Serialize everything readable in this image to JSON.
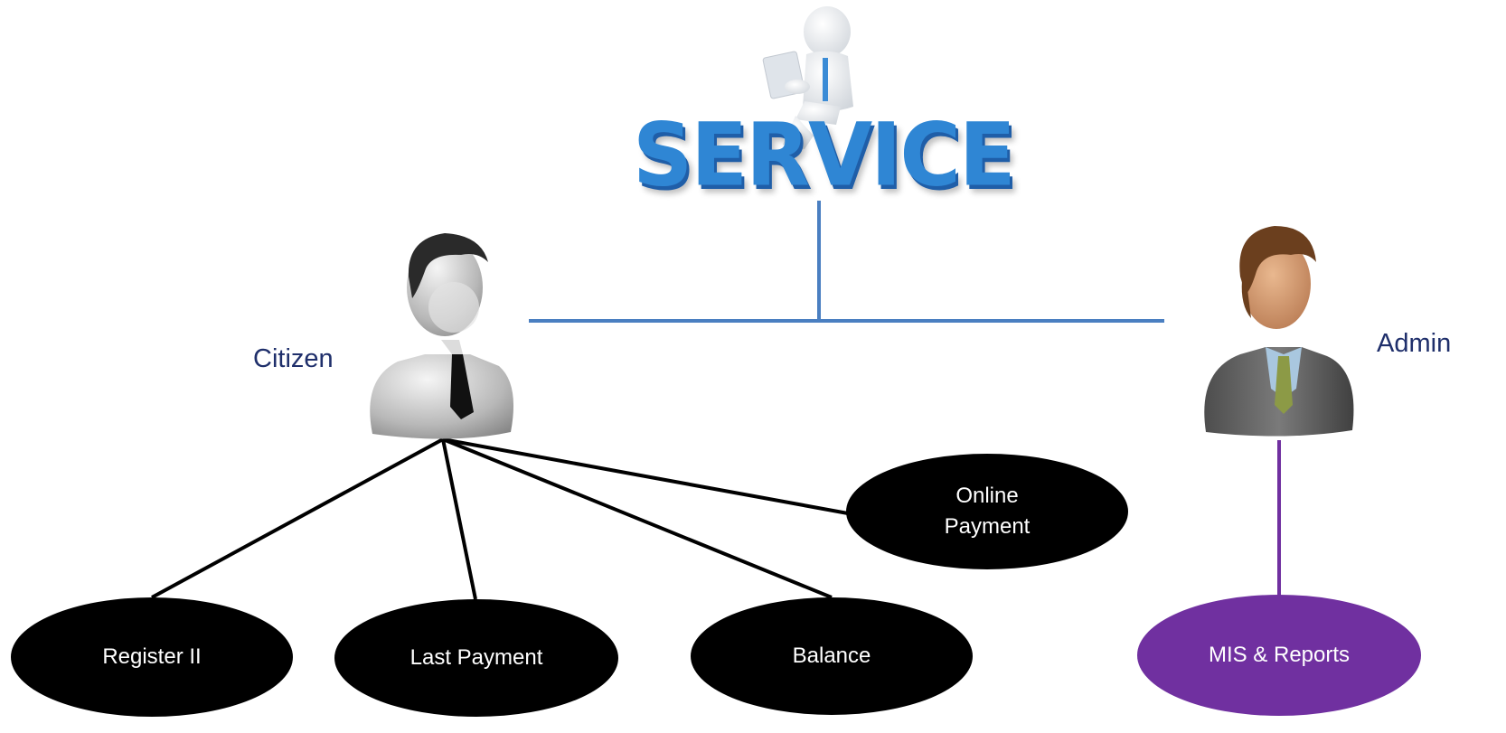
{
  "header": {
    "logo_text": "SERVICE"
  },
  "actors": {
    "citizen": {
      "label": "Citizen"
    },
    "admin": {
      "label": "Admin"
    }
  },
  "nodes": {
    "register": "Register II",
    "last_payment": "Last Payment",
    "balance": "Balance",
    "online_payment": "Online\nPayment",
    "mis_reports": "MIS & Reports"
  },
  "colors": {
    "service_blue": "#3a8bd6",
    "connector_blue": "#4a7fc1",
    "label_navy": "#1f2f6b",
    "node_black": "#000000",
    "node_purple": "#7030a0"
  },
  "icons": {
    "service_figure": "person-with-laptop-icon",
    "citizen": "citizen-avatar-icon",
    "admin": "admin-avatar-icon"
  }
}
